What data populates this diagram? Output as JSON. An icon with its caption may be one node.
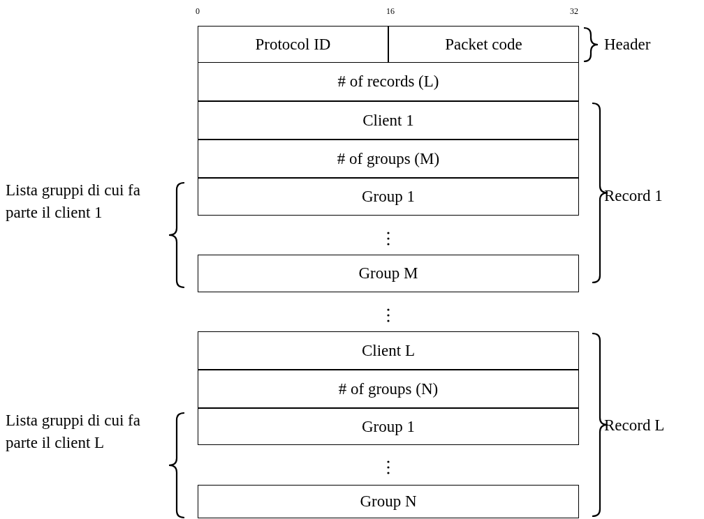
{
  "diagram": {
    "nodes": [
      {
        "text": [
          "Protocol ID"
        ]
      },
      {
        "text": [
          "Packet code"
        ]
      },
      {
        "text": [
          "# of records (L)"
        ]
      },
      {
        "text": [
          "Client 1"
        ]
      },
      {
        "text": [
          "# of groups (M)"
        ]
      },
      {
        "text": [
          "Group 1"
        ]
      },
      {
        "text": [
          "Group M"
        ]
      },
      {
        "text": [
          "Client L"
        ]
      },
      {
        "text": [
          "# of groups (N)"
        ]
      },
      {
        "text": [
          "Group 1"
        ]
      },
      {
        "text": [
          "Group N"
        ]
      }
    ],
    "labels": [
      "0",
      "16",
      "32",
      "Header",
      "Record 1",
      "Lista gruppi di cui fa parte il client 1",
      "Record L",
      "Lista gruppi di cui fa parte il client L"
    ]
  }
}
